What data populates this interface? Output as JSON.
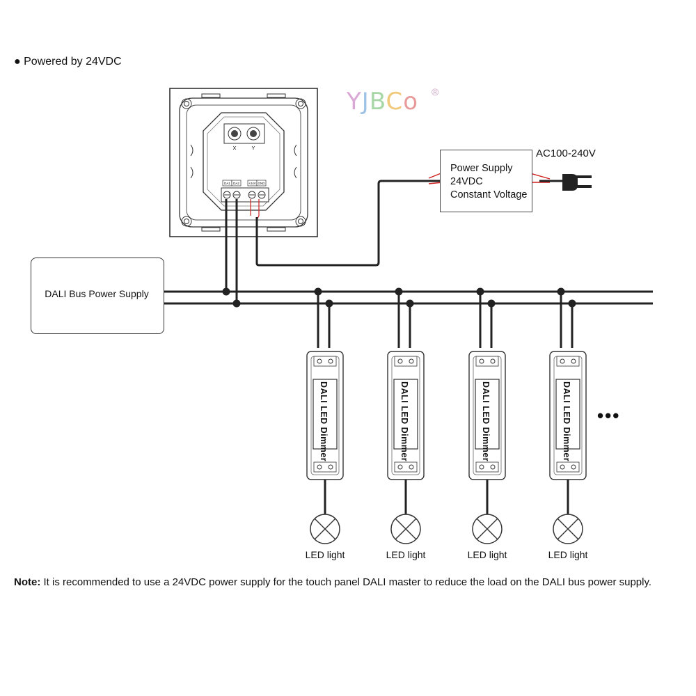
{
  "header": {
    "bullet": "●",
    "text": "Powered by 24VDC"
  },
  "logo": {
    "letters": [
      {
        "ch": "Y",
        "color": "#d9a8d6"
      },
      {
        "ch": "J",
        "color": "#9fc3e6"
      },
      {
        "ch": "B",
        "color": "#a7d7a6"
      },
      {
        "ch": "C",
        "color": "#f0c97a"
      },
      {
        "ch": "o",
        "color": "#e89b9b"
      }
    ],
    "reg": "®"
  },
  "panel": {
    "rotary_labels": [
      "X",
      "Y"
    ],
    "terminal_labels": [
      "DA1",
      "DA2",
      "+24V",
      "GND"
    ]
  },
  "power_supply": {
    "line1": "Power Supply",
    "line2": "24VDC",
    "line3": "Constant Voltage",
    "input_label": "AC100-240V"
  },
  "dali_bus_power_supply": {
    "label": "DALI Bus Power Supply"
  },
  "dimmers": [
    {
      "label": "DALI LED Dimmer",
      "load": "LED light"
    },
    {
      "label": "DALI LED Dimmer",
      "load": "LED light"
    },
    {
      "label": "DALI LED Dimmer",
      "load": "LED light"
    },
    {
      "label": "DALI LED Dimmer",
      "load": "LED light"
    }
  ],
  "more_indicator": "•••",
  "note": {
    "prefix": "Note:",
    "text": " It is recommended to use a 24VDC power supply for the touch panel DALI master to reduce the load on the DALI bus power supply."
  },
  "colors": {
    "wire": "#222222",
    "red_wire": "#d02020"
  }
}
